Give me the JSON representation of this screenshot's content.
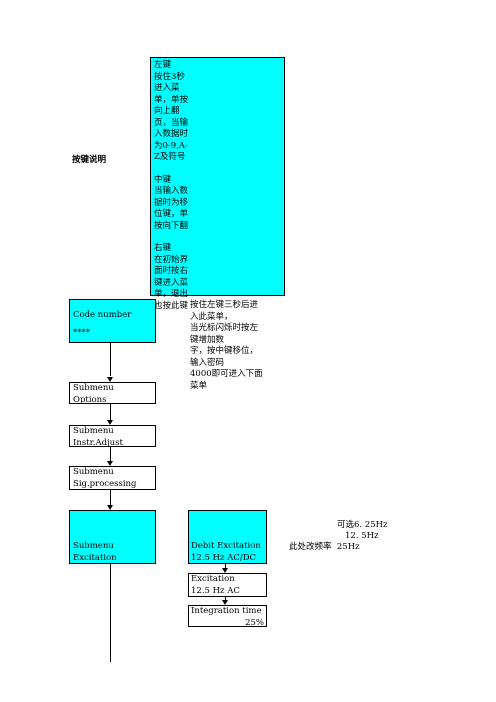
{
  "key_label": "按键说明",
  "key_box": {
    "left_lines": [
      "左键",
      "按住3秒",
      "进入菜",
      "单，单按",
      "向上翻",
      "页，当输",
      "入数据时",
      "为0-9,A-",
      "Z及符号"
    ],
    "middle_lines": [
      "中键",
      "当输入数",
      "据时为移",
      "位键，单",
      "按向下翻"
    ],
    "right_lines": [
      "右键",
      "在初始界",
      "面时按右",
      "键进入菜",
      "单，退出",
      "也按此键"
    ]
  },
  "code_box": {
    "title": "Code number",
    "value": "****"
  },
  "code_note_lines": [
    "按住左键三秒后进",
    "入此菜单，",
    "当光标闪烁时按左",
    "键增加数",
    "字，按中键移位，",
    "输入密码",
    "4000即可进入下面",
    "菜单"
  ],
  "submenus": [
    {
      "line1": "Submenu",
      "line2": "Options"
    },
    {
      "line1": "Submenu",
      "line2": "Instr.Adjust"
    },
    {
      "line1": "Submenu",
      "line2": "Sig.processing"
    }
  ],
  "excitation_submenu": {
    "line1": "Submenu",
    "line2": "Excitation"
  },
  "debit_box": {
    "line1": "Debit Excitation",
    "line2": "12.5 Hz AC/DC"
  },
  "excitation_box": {
    "line1": "Excitation",
    "line2": "12.5 Hz AC"
  },
  "integration_box": {
    "line1": "Integration time",
    "line2": "25%"
  },
  "freq_note": {
    "line1": "可选6. 25Hz",
    "line2": "12. 5Hz",
    "line3": "此处改频率  25Hz"
  }
}
